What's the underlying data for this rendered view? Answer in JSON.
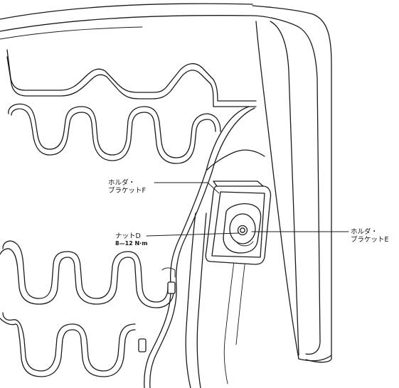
{
  "callouts": {
    "holder_bracket_f": {
      "line1": "ホルダ・",
      "line2": "ブラケットF"
    },
    "nut_d": {
      "name": "ナットD",
      "torque": "8—12 N·m"
    },
    "holder_bracket_e": {
      "line1": "ホルダ・",
      "line2": "ブラケットE"
    }
  }
}
